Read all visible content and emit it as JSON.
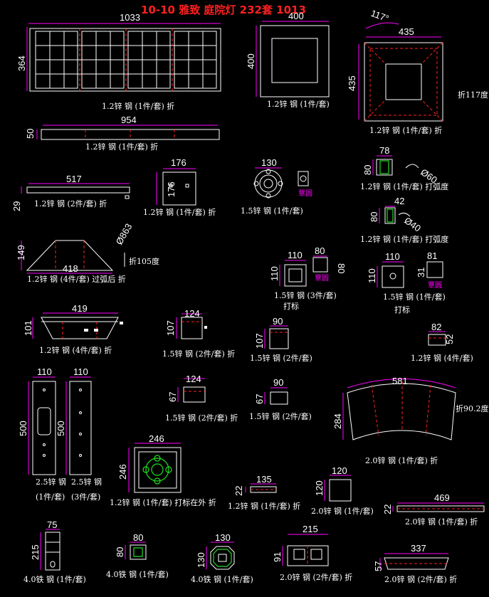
{
  "title": "10-10 雅致 庭院灯 232套 1013",
  "parts": {
    "p1": {
      "w": "1033",
      "h": "364",
      "label": "1.2锌 钢 (1件/套) 折"
    },
    "p2": {
      "w": "400",
      "h": "400",
      "label": "1.2锌 钢 (1件/套)"
    },
    "p3": {
      "w": "435",
      "h": "435",
      "angle": "117°",
      "note": "折117度",
      "label": "1.2锌 钢 (1件/套) 折"
    },
    "p4": {
      "w": "954",
      "h": "50",
      "label": "1.2锌 钢 (1件/套) 折"
    },
    "p5": {
      "w": "517",
      "h": "29",
      "label": "1.2锌 钢 (2件/套) 折"
    },
    "p6": {
      "w": "176",
      "h": "176",
      "label": "1.2锌 钢 (1件/套) 折"
    },
    "p7": {
      "w": "130",
      "note": "覃圆",
      "label": "1.5锌 钢 (1件/套)"
    },
    "p8": {
      "w": "78",
      "h": "80",
      "dia": "Ø60",
      "label": "1.2锌 钢 (1件/套) 打弧度"
    },
    "p9": {
      "w": "42",
      "h": "80",
      "dia": "Ø40",
      "label": "1.2锌 钢 (1件/套) 打弧度"
    },
    "p10": {
      "w": "418",
      "h": "149",
      "dia": "Ø863",
      "note": "折105度",
      "label": "1.2锌 钢 (4件/套) 过弧后 折"
    },
    "p11": {
      "w": "110",
      "h": "110",
      "w2": "80",
      "h2": "80",
      "note": "覃圆",
      "label": "1.5锌 钢 (3件/套)",
      "sub": "打标"
    },
    "p12": {
      "w": "110",
      "h": "110",
      "w2": "81",
      "h2": "31",
      "note": "覃圆",
      "label": "1.5锌 钢 (1件/套)",
      "sub": "打标"
    },
    "p13": {
      "w": "419",
      "h": "101",
      "label": "1.2锌 钢 (4件/套) 折"
    },
    "p14": {
      "w": "124",
      "h": "107",
      "label": "1.5锌 钢 (2件/套) 折"
    },
    "p15": {
      "w": "90",
      "h": "107",
      "label": "1.5锌 钢 (2件/套)"
    },
    "p16": {
      "w": "82",
      "h": "52",
      "label": "1.2锌 钢 (4件/套)"
    },
    "p17": {
      "w": "110",
      "h": "500",
      "label": "2.5锌 钢",
      "sub": "(1件/套)"
    },
    "p18": {
      "w": "110",
      "h": "500",
      "label": "2.5锌 钢",
      "sub": "(3件/套)"
    },
    "p19": {
      "w": "124",
      "h": "67",
      "label": "1.5锌 钢 (2件/套) 折"
    },
    "p20": {
      "w": "90",
      "h": "67",
      "label": "1.5锌 钢 (2件/套)"
    },
    "p21": {
      "w": "581",
      "h": "284",
      "note": "折90.2度",
      "label": "2.0锌 钢 (1件/套) 折"
    },
    "p22": {
      "w": "246",
      "h": "246",
      "label": "1.2锌 钢 (1件/套) 打标在外 折"
    },
    "p23": {
      "w": "135",
      "h": "22",
      "label": "1.2锌 钢 (1件/套) 折"
    },
    "p24": {
      "w": "120",
      "h": "120",
      "label": "2.0锌 钢 (1件/套)"
    },
    "p25": {
      "w": "469",
      "h": "22",
      "label": "2.0锌 钢 (1件/套) 折"
    },
    "p26": {
      "w": "75",
      "h": "215",
      "label": "4.0铁 钢 (1件/套)"
    },
    "p27": {
      "w": "80",
      "h": "80",
      "label": "4.0铁 钢 (1件/套)"
    },
    "p28": {
      "w": "130",
      "h": "130",
      "label": "4.0铁 钢 (1件/套)"
    },
    "p29": {
      "w": "215",
      "h": "91",
      "label": "2.0锌 钢 (2件/套) 折"
    },
    "p30": {
      "w": "337",
      "h": "57",
      "label": "2.0锌 钢 (2件/套) 折"
    }
  }
}
